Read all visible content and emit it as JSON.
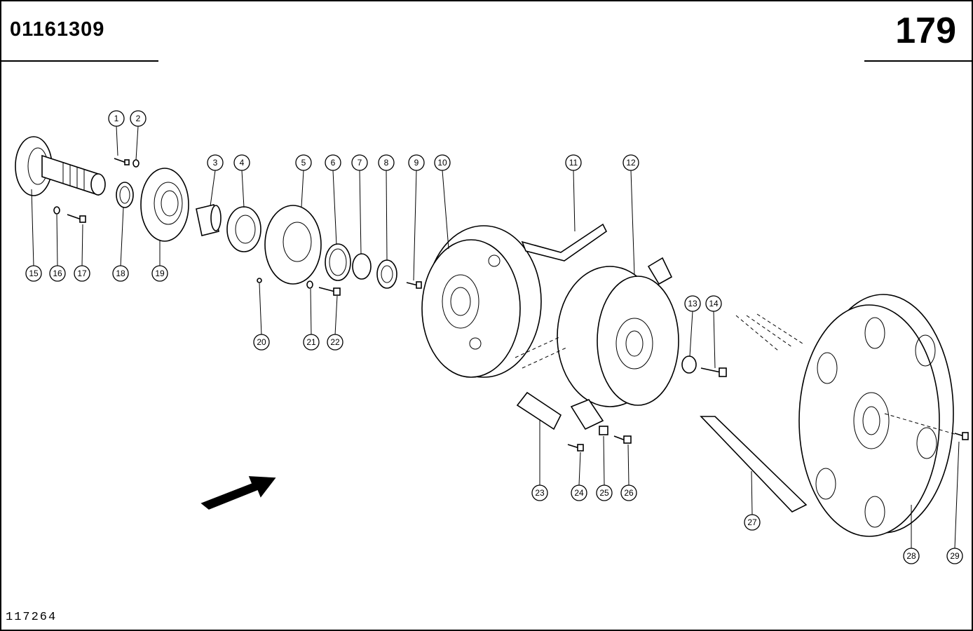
{
  "header": {
    "part_number": "01161309",
    "page_number": "179"
  },
  "footer": {
    "drawing_number": "117264"
  },
  "callouts": [
    "1",
    "2",
    "3",
    "4",
    "5",
    "6",
    "7",
    "8",
    "9",
    "10",
    "11",
    "12",
    "13",
    "14",
    "15",
    "16",
    "17",
    "18",
    "19",
    "20",
    "21",
    "22",
    "23",
    "24",
    "25",
    "26",
    "27",
    "28",
    "29"
  ]
}
